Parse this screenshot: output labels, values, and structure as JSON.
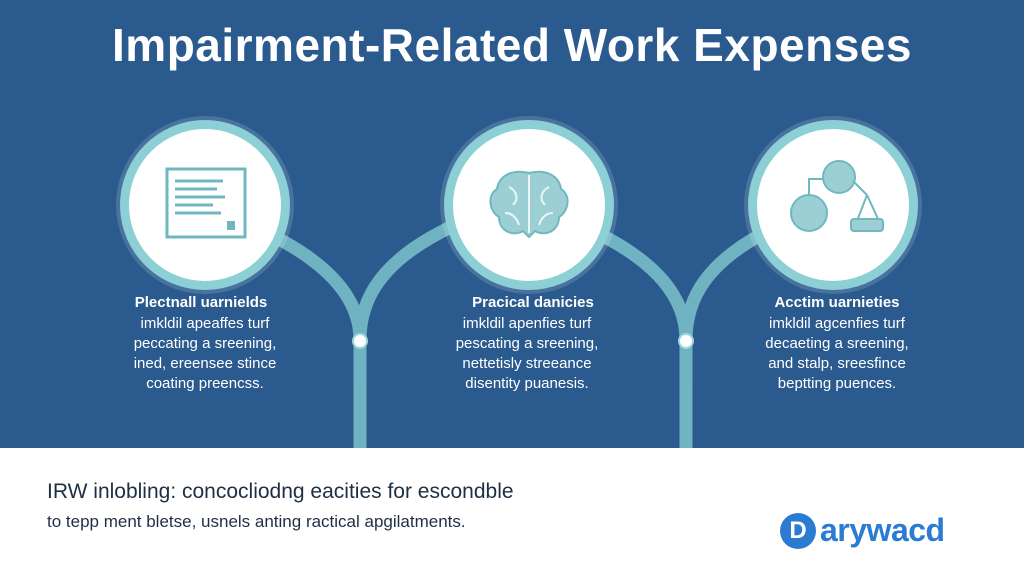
{
  "title": "Impairment-Related Work Expenses",
  "cards": [
    {
      "icon": "document-icon",
      "title": "Plectnall uarnields",
      "lines": [
        "imkldil apeaffes turf",
        "peccating a sreening,",
        "ined, ereensee stince",
        "coating preencss."
      ]
    },
    {
      "icon": "brain-icon",
      "title": "Pracical danicies",
      "lines": [
        "imkldil apenfies turf",
        "pescating a sreening,",
        "nettetisly streeance",
        "disentity puanesis."
      ]
    },
    {
      "icon": "scale-icon",
      "title": "Acctim uarnieties",
      "lines": [
        "imkldil agcenfies turf",
        "decaeting a sreening,",
        "and stalp, sreesfince",
        "beptting puences."
      ]
    }
  ],
  "footer": {
    "line1": "IRW inlobling: concocliodng  eacities for escondble",
    "line2": "to tepp ment bletse, usnels anting ractical apgilatments."
  },
  "brand": {
    "mark": "D",
    "name": "arywacd"
  },
  "colors": {
    "panel": "#2b5a8e",
    "ring": "#8ccfd5",
    "icon": "#6fb8c0",
    "brand": "#2b7bd1"
  }
}
